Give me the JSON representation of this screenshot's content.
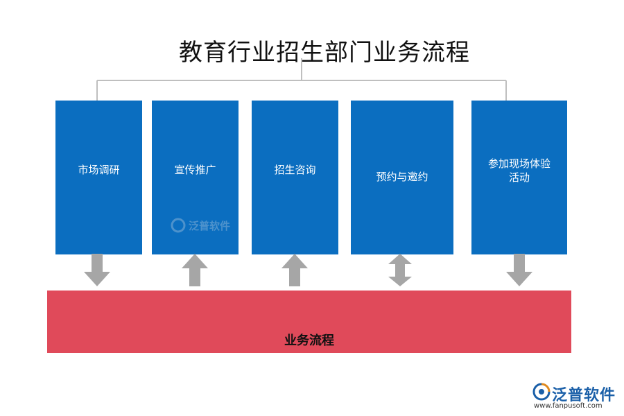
{
  "title": "教育行业招生部门业务流程",
  "steps": [
    {
      "label": "市场调研",
      "direction": "down"
    },
    {
      "label": "宣传推广",
      "direction": "up"
    },
    {
      "label": "招生咨询",
      "direction": "up"
    },
    {
      "label": "预约与邀约",
      "direction": "both"
    },
    {
      "label": "参加现场体验活动",
      "direction": "down"
    }
  ],
  "band": {
    "label": "业务流程"
  },
  "watermark": {
    "text": "泛普软件"
  },
  "logo": {
    "name": "泛普软件",
    "url": "www.fanpusoft.com"
  },
  "colors": {
    "step_blue": "#0b6ec0",
    "band_red": "#e04a5a",
    "arrow_gray": "#a6a6a6",
    "connector_gray": "#bfbfbf"
  }
}
